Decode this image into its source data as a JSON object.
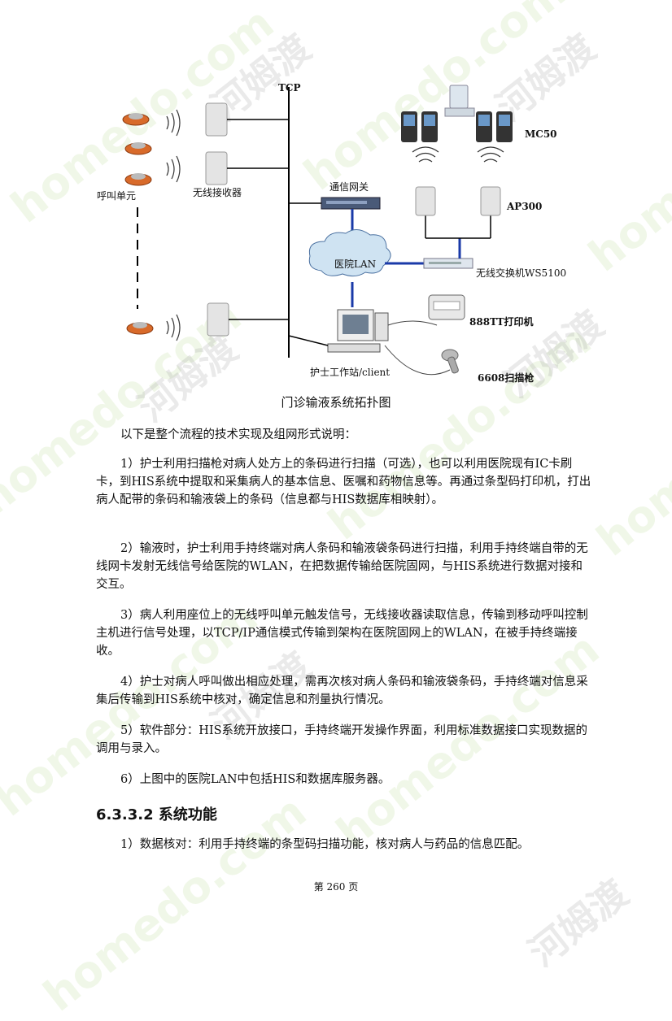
{
  "watermark": {
    "brand": "homedo.com",
    "chinese": "河姆渡"
  },
  "diagram": {
    "tcp": "TCP",
    "call_unit": "呼叫单元",
    "receiver": "无线接收器",
    "gateway": "通信网关",
    "lan": "医院LAN",
    "mc50": "MC50",
    "ap300": "AP300",
    "switch": "无线交换机WS5100",
    "printer": "888TT打印机",
    "scanner": "6608扫描枪",
    "workstation": "护士工作站/client"
  },
  "caption": "门诊输液系统拓扑图",
  "paragraphs": [
    "以下是整个流程的技术实现及组网形式说明：",
    "1）护士利用扫描枪对病人处方上的条码进行扫描（可选），也可以利用医院现有IC卡刷卡，到HIS系统中提取和采集病人的基本信息、医嘱和药物信息等。再通过条型码打印机，打出病人配带的条码和输液袋上的条码（信息都与HIS数据库相映射）。",
    "2）输液时，护士利用手持终端对病人条码和输液袋条码进行扫描，利用手持终端自带的无线网卡发射无线信号给医院的WLAN，在把数据传输给医院固网，与HIS系统进行数据对接和交互。",
    "3）病人利用座位上的无线呼叫单元触发信号，无线接收器读取信息，传输到移动呼叫控制主机进行信号处理，以TCP/IP通信模式传输到架构在医院固网上的WLAN，在被手持终端接收。",
    "4）护士对病人呼叫做出相应处理，需再次核对病人条码和输液袋条码，手持终端对信息采集后传输到HIS系统中核对，确定信息和剂量执行情况。",
    "5）软件部分：HIS系统开放接口，手持终端开发操作界面，利用标准数据接口实现数据的调用与录入。",
    "6）上图中的医院LAN中包括HIS和数据库服务器。"
  ],
  "heading": "6.3.3.2 系统功能",
  "paragraph_after": "1）数据核对：利用手持终端的条型码扫描功能，核对病人与药品的信息匹配。",
  "footer": "第 260 页"
}
